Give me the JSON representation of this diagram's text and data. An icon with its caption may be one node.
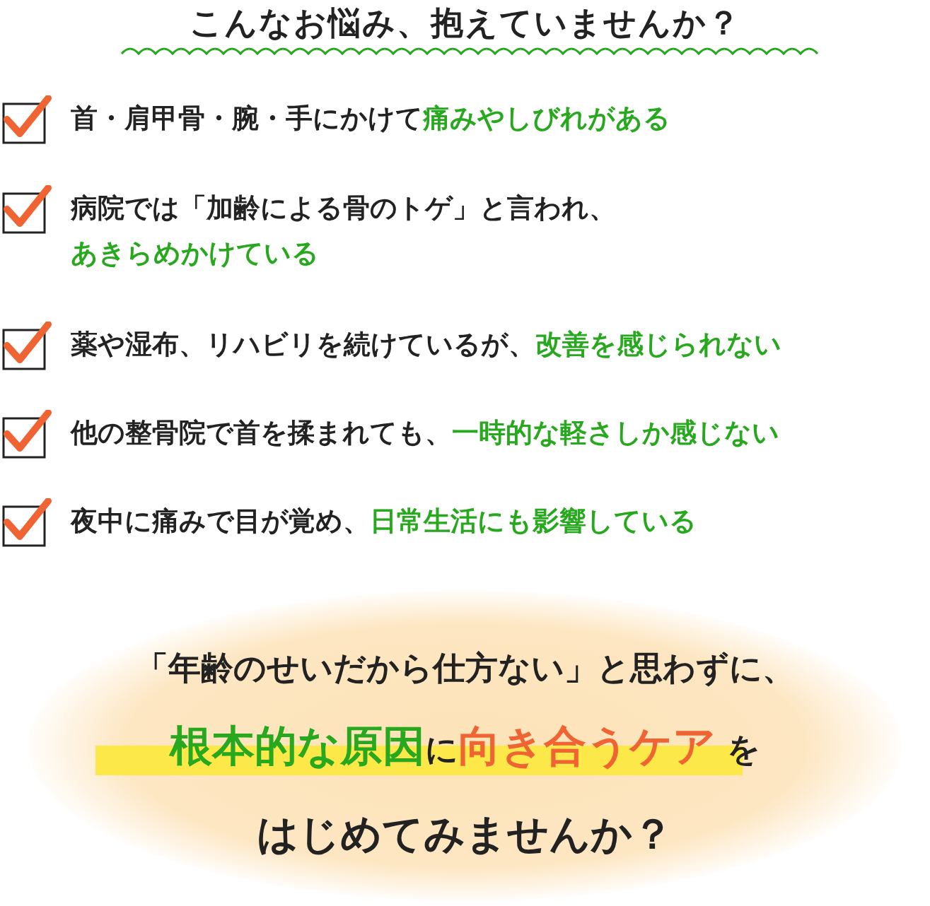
{
  "diagram": {
    "title": "こんなお悩み、抱えていませんか？",
    "labels": [
      "首・肩甲骨・腕・手にかけて**痛みやしびれがある**",
      "病院では「加齢による骨のトゲ」と言われ、**あきらめかけている**",
      "薬や湿布、リハビリを続けているが、**改善を感じられない**",
      "他の整骨院で首を揉まれても、**一時的な軽さしか感じない**",
      "夜中に痛みで目が覚め、**日常生活にも影響している**",
      "「年齢のせいだから仕方ない」と思わずに、",
      "**根本的な原因**に**向き合うケア** を",
      "はじめてみませんか？"
    ]
  }
}
